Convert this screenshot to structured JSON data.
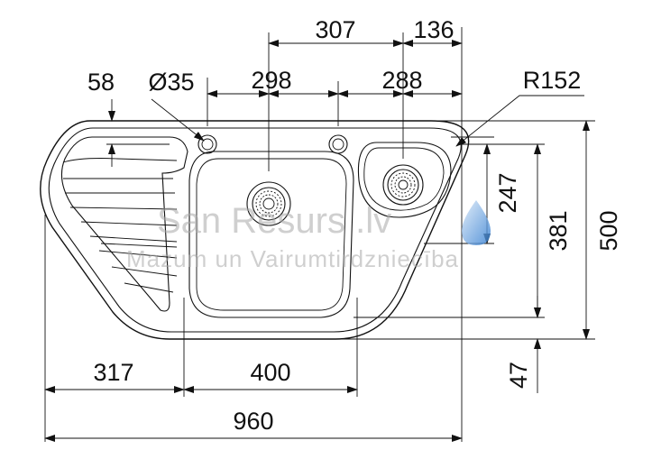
{
  "dimensions": {
    "d307": "307",
    "d136": "136",
    "d58": "58",
    "d35": "Ø35",
    "d298": "298",
    "d288": "288",
    "r152": "R152",
    "d247": "247",
    "d381": "381",
    "d500": "500",
    "d47": "47",
    "d317": "317",
    "d400": "400",
    "d960": "960"
  },
  "watermark": {
    "brand": "San Resurs .lv",
    "tagline": "Mazum un Vairumtirdzniecība"
  },
  "colors": {
    "line": "#111111",
    "watermark_text": "#a9a9a9",
    "drop_light": "#b9d7f3",
    "drop_dark": "#2f7bd0"
  },
  "icons": [
    "water-drop-icon",
    "strainer-icon"
  ]
}
